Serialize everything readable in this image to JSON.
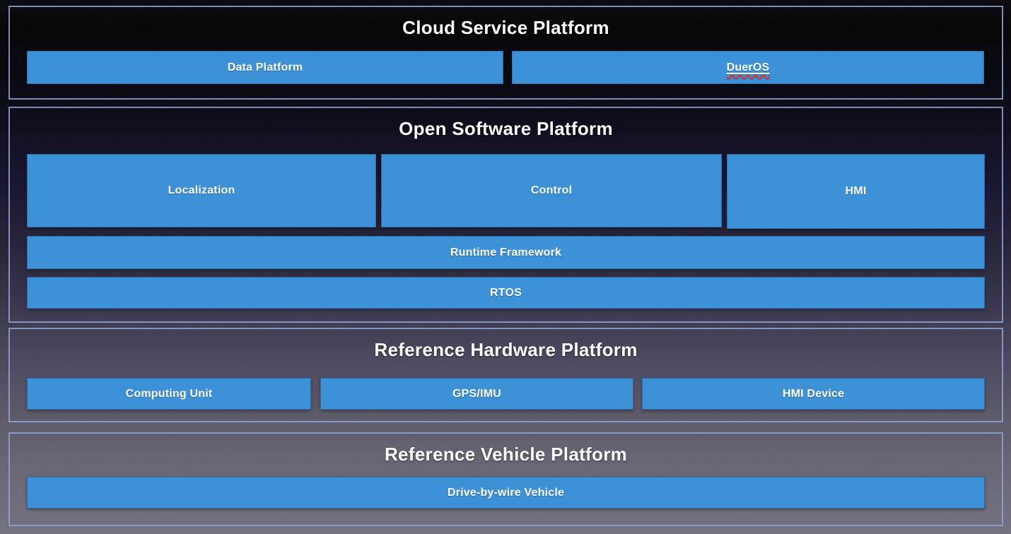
{
  "diagram": {
    "sections": [
      {
        "title": "Cloud Service Platform",
        "boxes": [
          {
            "label": "Data Platform"
          },
          {
            "label": "DuerOS",
            "spellchecked": true
          }
        ]
      },
      {
        "title": "Open Software Platform",
        "boxes": [
          {
            "label": "Localization"
          },
          {
            "label": "Control"
          },
          {
            "label": "HMI"
          },
          {
            "label": "Runtime Framework"
          },
          {
            "label": "RTOS"
          }
        ]
      },
      {
        "title": "Reference Hardware Platform",
        "boxes": [
          {
            "label": "Computing Unit"
          },
          {
            "label": "GPS/IMU"
          },
          {
            "label": "HMI Device"
          }
        ]
      },
      {
        "title": "Reference Vehicle Platform",
        "boxes": [
          {
            "label": "Drive-by-wire Vehicle"
          }
        ]
      }
    ],
    "colors": {
      "box_blue": "#3b90d7",
      "section_border": "#8fa6cf",
      "title_text": "#ffffff",
      "box_text": "#ffffff",
      "spellcheck_underline": "#e03030",
      "background_top": "#050508",
      "background_bottom": "#747180"
    }
  }
}
